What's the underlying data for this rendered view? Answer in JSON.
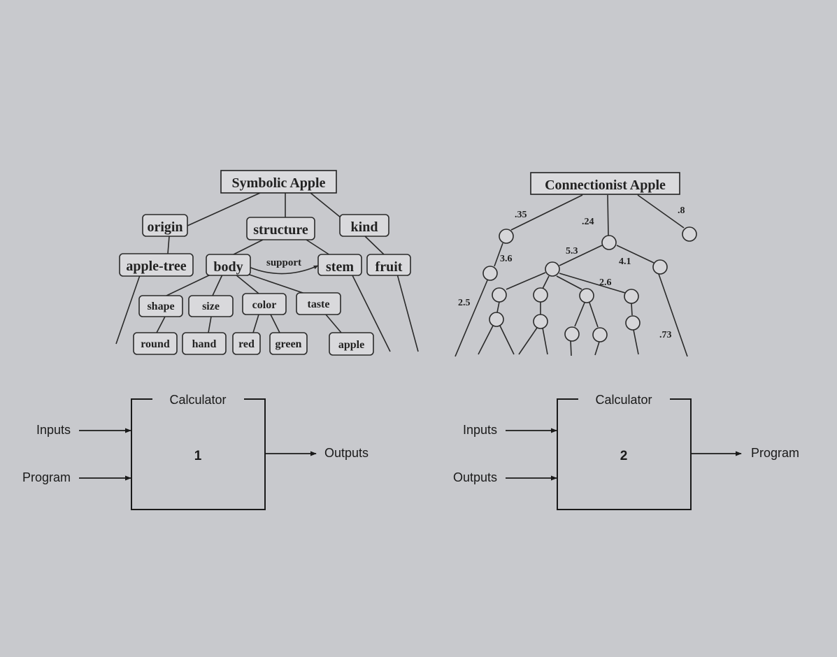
{
  "symbolic": {
    "title": "Symbolic Apple",
    "origin": "origin",
    "structure": "structure",
    "kind": "kind",
    "apple_tree": "apple-tree",
    "body": "body",
    "support": "support",
    "stem": "stem",
    "fruit": "fruit",
    "shape": "shape",
    "size": "size",
    "color": "color",
    "taste": "taste",
    "round": "round",
    "hand": "hand",
    "red": "red",
    "green": "green",
    "apple": "apple"
  },
  "connectionist": {
    "title": "Connectionist Apple",
    "weights": {
      "w35": ".35",
      "w24": ".24",
      "w8": ".8",
      "w36": "3.6",
      "w53": "5.3",
      "w41": "4.1",
      "w26": "2.6",
      "w25": "2.5",
      "w73": ".73"
    }
  },
  "calc1": {
    "title": "Calculator",
    "number": "1",
    "input_a": "Inputs",
    "input_b": "Program",
    "output": "Outputs"
  },
  "calc2": {
    "title": "Calculator",
    "number": "2",
    "input_a": "Inputs",
    "input_b": "Outputs",
    "output": "Program"
  }
}
